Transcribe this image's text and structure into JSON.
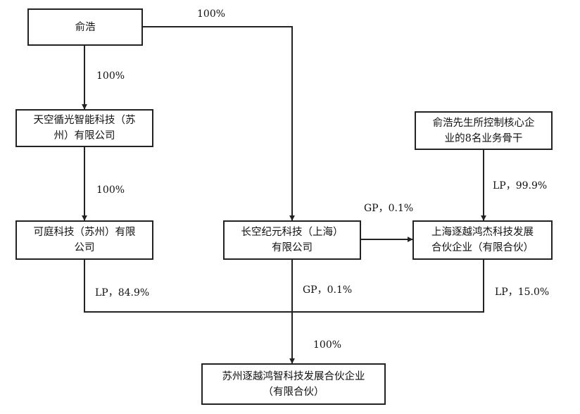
{
  "nodes": {
    "yu_hao": {
      "line1": "俞浩",
      "line2": ""
    },
    "tiankong": {
      "line1": "天空循光智能科技（苏",
      "line2": "州）有限公司"
    },
    "keting": {
      "line1": "可庭科技（苏州）有限",
      "line2": "公司"
    },
    "changkong": {
      "line1": "长空纪元科技（上海）",
      "line2": "有限公司"
    },
    "mr_yu_group": {
      "line1": "俞浩先生所控制核心企",
      "line2": "业的8名业务骨干"
    },
    "shanghai_zhuyue": {
      "line1": "上海逐越鸿杰科技发展",
      "line2": "合伙企业（有限合伙）"
    },
    "suzhou_zhuyue": {
      "line1": "苏州逐越鸿智科技发展合伙企业",
      "line2": "（有限合伙）"
    }
  },
  "edges": [
    {
      "from": "yu_hao",
      "to": "tiankong",
      "label": "100%"
    },
    {
      "from": "yu_hao",
      "to": "changkong",
      "label": "100%"
    },
    {
      "from": "tiankong",
      "to": "keting",
      "label": "100%"
    },
    {
      "from": "mr_yu_group",
      "to": "shanghai_zhuyue",
      "label": "LP，99.9%"
    },
    {
      "from": "changkong",
      "to": "shanghai_zhuyue",
      "label": "GP，0.1%"
    },
    {
      "from": "keting",
      "to": "suzhou_zhuyue",
      "label": "LP，84.9%"
    },
    {
      "from": "changkong",
      "to": "suzhou_zhuyue",
      "label": "GP，0.1%"
    },
    {
      "from": "shanghai_zhuyue",
      "to": "suzhou_zhuyue",
      "label": "LP，15.0%"
    },
    {
      "from": "merge",
      "to": "suzhou_zhuyue",
      "label": "100%"
    }
  ]
}
